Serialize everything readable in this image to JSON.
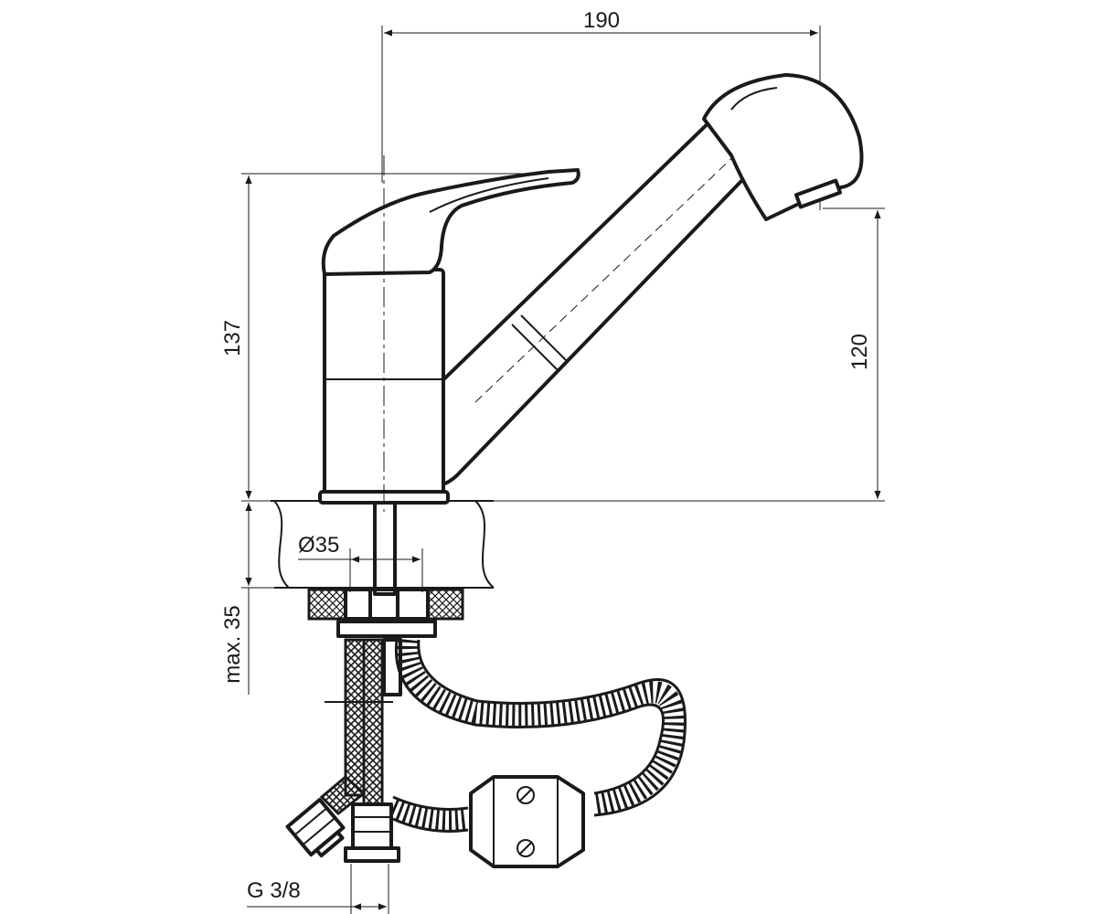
{
  "dimensions": {
    "spout_reach": "190",
    "total_height": "137",
    "spout_height": "120",
    "base_diameter": "Ø35",
    "max_counter_thickness": "max. 35",
    "connection_thread": "G 3/8"
  },
  "colors": {
    "line": "#1a1a1a",
    "background": "#ffffff"
  }
}
